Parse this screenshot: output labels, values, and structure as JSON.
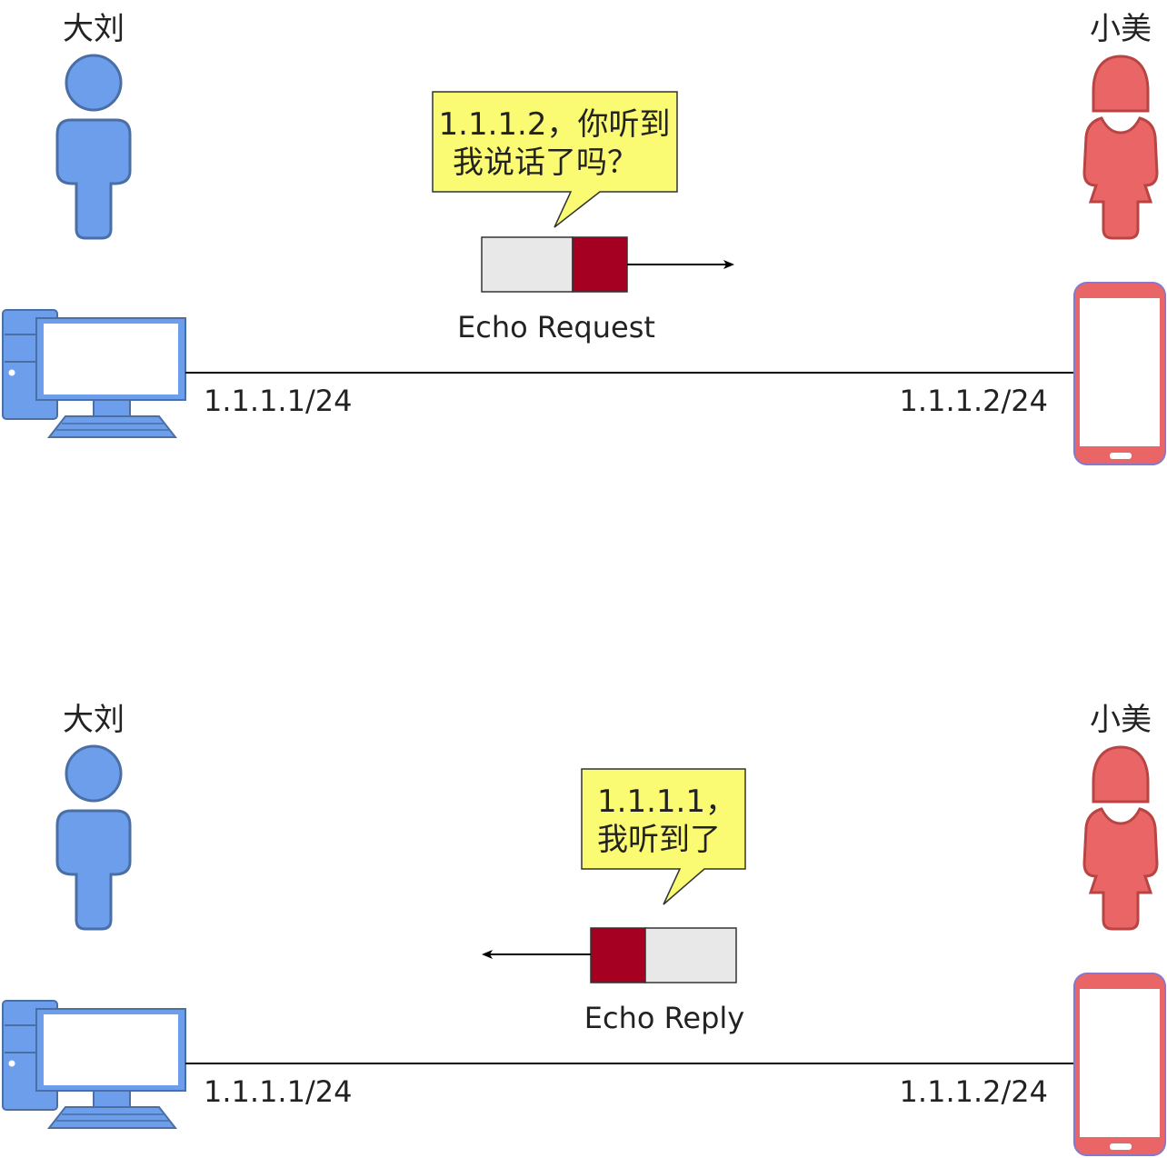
{
  "panels": [
    {
      "left_person": "大刘",
      "right_person": "小美",
      "left_ip": "1.1.1.1/24",
      "right_ip": "1.1.1.2/24",
      "bubble_lines": [
        "1.1.1.2，你听到",
        "我说话了吗？"
      ],
      "packet_label": "Echo Request",
      "direction": "right"
    },
    {
      "left_person": "大刘",
      "right_person": "小美",
      "left_ip": "1.1.1.1/24",
      "right_ip": "1.1.1.2/24",
      "bubble_lines": [
        "1.1.1.1，",
        "我听到了"
      ],
      "packet_label": "Echo Reply",
      "direction": "left"
    }
  ],
  "colors": {
    "male_person": "#6d9eeb",
    "female_person": "#ea6666",
    "computer": "#6d9eeb",
    "phone_frame": "#ea6666",
    "bubble_fill": "#fbfb73",
    "packet_header": "#a50021",
    "packet_body": "#e8e8e8"
  },
  "icons": {
    "left_person": "male-user-icon",
    "right_person": "female-user-icon",
    "left_device": "desktop-computer-icon",
    "right_device": "smartphone-icon"
  }
}
